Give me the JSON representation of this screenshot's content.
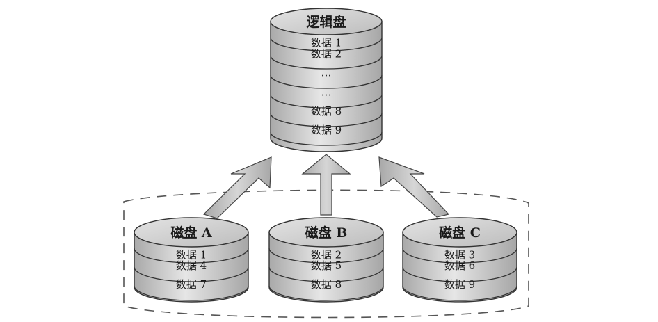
{
  "logical_disk": {
    "title": "逻辑盘",
    "rows": [
      "数据 1",
      "数据 2",
      "…",
      "…",
      "数据 8",
      "数据 9"
    ]
  },
  "physical_disks": [
    {
      "title": "磁盘 A",
      "rows": [
        "数据 1",
        "数据 4",
        "数据 7"
      ]
    },
    {
      "title": "磁盘 B",
      "rows": [
        "数据 2",
        "数据 5",
        "数据 8"
      ]
    },
    {
      "title": "磁盘 C",
      "rows": [
        "数据 3",
        "数据 6",
        "数据 9"
      ]
    }
  ],
  "colors": {
    "fill": "#c8c8c8",
    "top": "#d9d9d9",
    "stroke": "#333333",
    "arrow": "#bdbdbd"
  }
}
